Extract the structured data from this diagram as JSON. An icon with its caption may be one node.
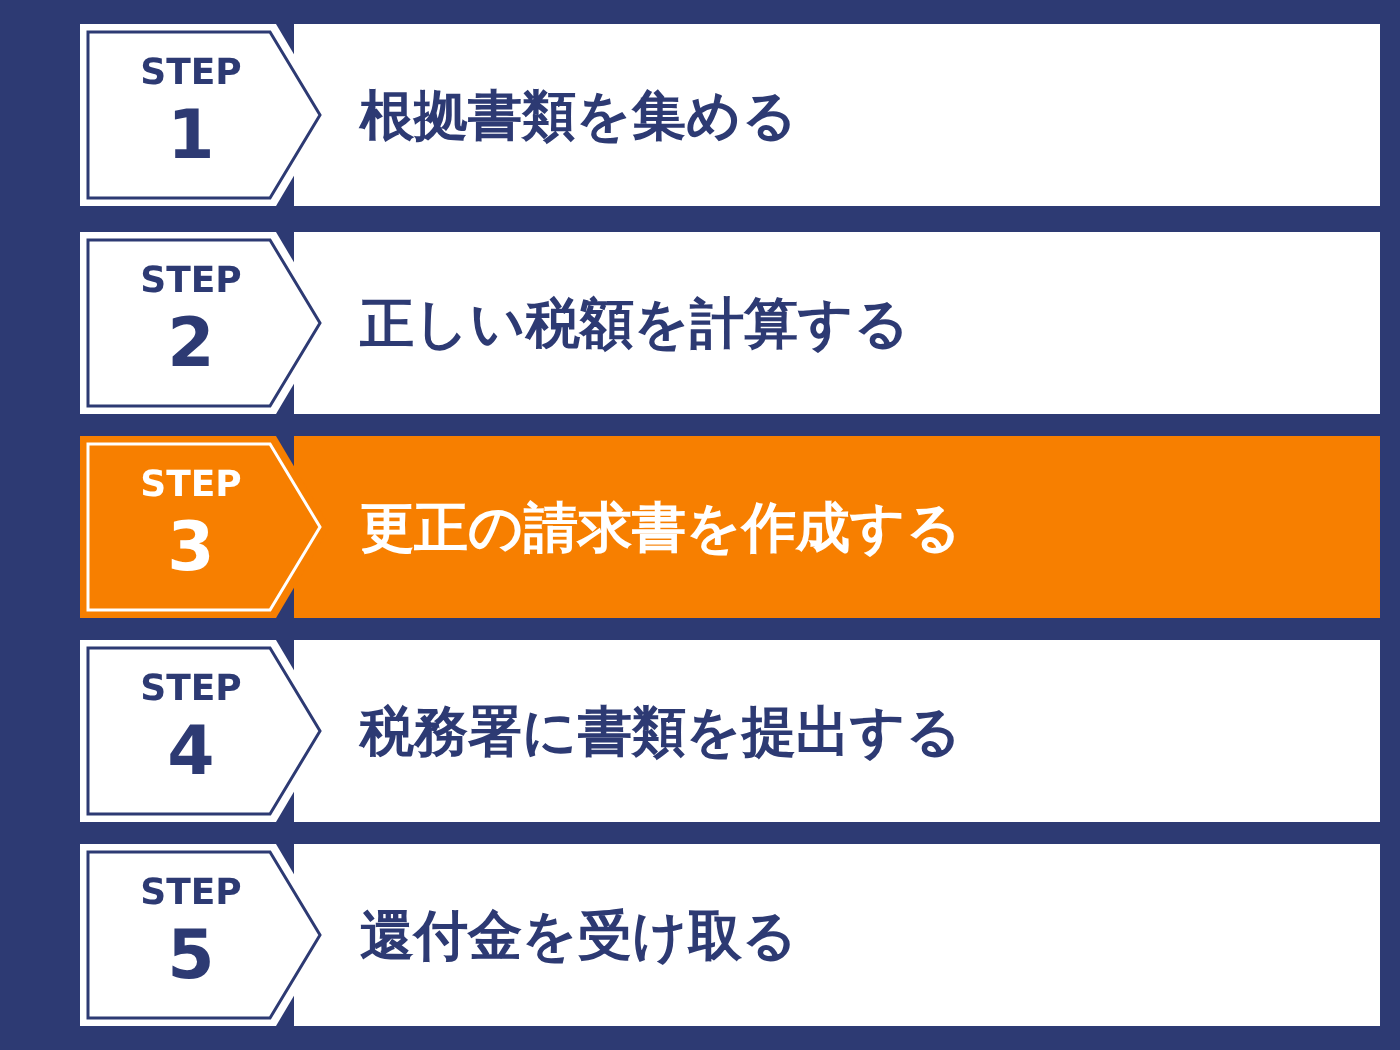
{
  "diagram": {
    "nodes": [
      {
        "text": [
          "STEP",
          "1"
        ]
      },
      {
        "text": [
          "根拠書類を集める"
        ]
      },
      {
        "text": [
          "STEP",
          "2"
        ]
      },
      {
        "text": [
          "正しい税額を計算する"
        ]
      },
      {
        "text": [
          "STEP",
          "3"
        ]
      },
      {
        "text": [
          "更正の請求書を作成する"
        ]
      },
      {
        "text": [
          "STEP",
          "4"
        ]
      },
      {
        "text": [
          "税務署に書類を提出する"
        ]
      },
      {
        "text": [
          "STEP",
          "5"
        ]
      },
      {
        "text": [
          "還付金を受け取る"
        ]
      }
    ]
  }
}
